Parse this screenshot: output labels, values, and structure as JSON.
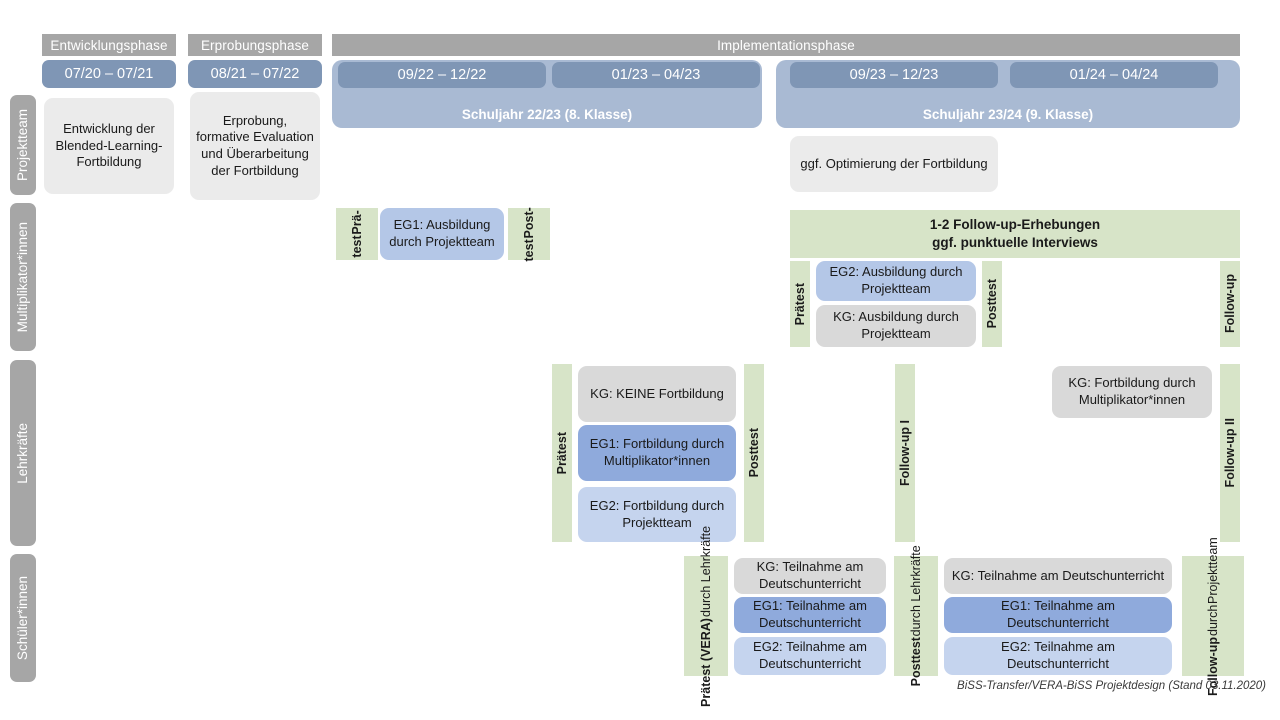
{
  "phases": [
    {
      "label": "Entwicklungsphase"
    },
    {
      "label": "Erprobungsphase"
    },
    {
      "label": "Implementationsphase"
    }
  ],
  "dates": [
    {
      "label": "07/20 – 07/21"
    },
    {
      "label": "08/21 – 07/22"
    },
    {
      "label": "09/22 – 12/22"
    },
    {
      "label": "01/23 – 04/23"
    },
    {
      "label": "09/23 – 12/23"
    },
    {
      "label": "01/24 – 04/24"
    }
  ],
  "school_years": [
    {
      "label": "Schuljahr 22/23 (8. Klasse)"
    },
    {
      "label": "Schuljahr 23/24 (9. Klasse)"
    }
  ],
  "actors": [
    {
      "label": "Projektteam"
    },
    {
      "label": "Multiplikator*innen"
    },
    {
      "label": "Lehrkräfte"
    },
    {
      "label": "Schüler*innen"
    }
  ],
  "projektteam": {
    "entwicklung": "Entwicklung der Blended-Learning-Fortbildung",
    "erprobung": "Erprobung, formative Evaluation und Überarbeitung der Fortbildung",
    "optimierung": "ggf. Optimierung der Fortbildung"
  },
  "multiplikatoren": {
    "praetest_line1": "Prä-",
    "praetest_line2": "test",
    "eg1": "EG1: Ausbildung durch Projektteam",
    "posttest_line1": "Post-",
    "posttest_line2": "test",
    "followup_banner_line1": "1-2 Follow-up-Erhebungen",
    "followup_banner_line2": "ggf. punktuelle Interviews",
    "praetest2": "Prätest",
    "eg2": "EG2: Ausbildung durch Projektteam",
    "kg": "KG: Ausbildung durch Projektteam",
    "posttest2": "Posttest",
    "followup": "Follow-up"
  },
  "lehrkraefte": {
    "praetest": "Prätest",
    "kg": "KG:  KEINE Fortbildung",
    "eg1": "EG1: Fortbildung durch Multiplikator*innen",
    "eg2": "EG2: Fortbildung durch Projektteam",
    "posttest": "Posttest",
    "followup1": "Follow-up I",
    "kg_right": "KG: Fortbildung durch Multiplikator*innen",
    "followup2": "Follow-up II"
  },
  "schueler": {
    "praetest_main": "Prätest (VERA)",
    "praetest_sub": "durch Lehrkräfte",
    "kg_left": "KG: Teilnahme am Deutschunterricht",
    "eg1_left": "EG1: Teilnahme am Deutschunterricht",
    "eg2_left": "EG2: Teilnahme am Deutschunterricht",
    "posttest_main": "Posttest",
    "posttest_sub": "durch Lehrkräfte",
    "kg_right": "KG: Teilnahme am Deutschunterricht",
    "eg1_right": "EG1: Teilnahme am Deutschunterricht",
    "eg2_right": "EG2: Teilnahme am Deutschunterricht",
    "followup_main": "Follow-up",
    "followup_sub1": "durch",
    "followup_sub2": "Projektteam"
  },
  "footer": "BiSS-Transfer/VERA-BiSS Projektdesign (Stand 03.11.2020)",
  "colors": {
    "phase_grey": "#a6a6a6",
    "date_blue": "#7f96b5",
    "year_blue": "#a9bad3",
    "box_grey": "#ebebeb",
    "box_grey_dark": "#d9d9d9",
    "eg1_blue": "#8faadc",
    "eg2_blue": "#b4c7e7",
    "eg2_light_blue": "#c5d4ee",
    "test_green": "#d7e4c8"
  }
}
